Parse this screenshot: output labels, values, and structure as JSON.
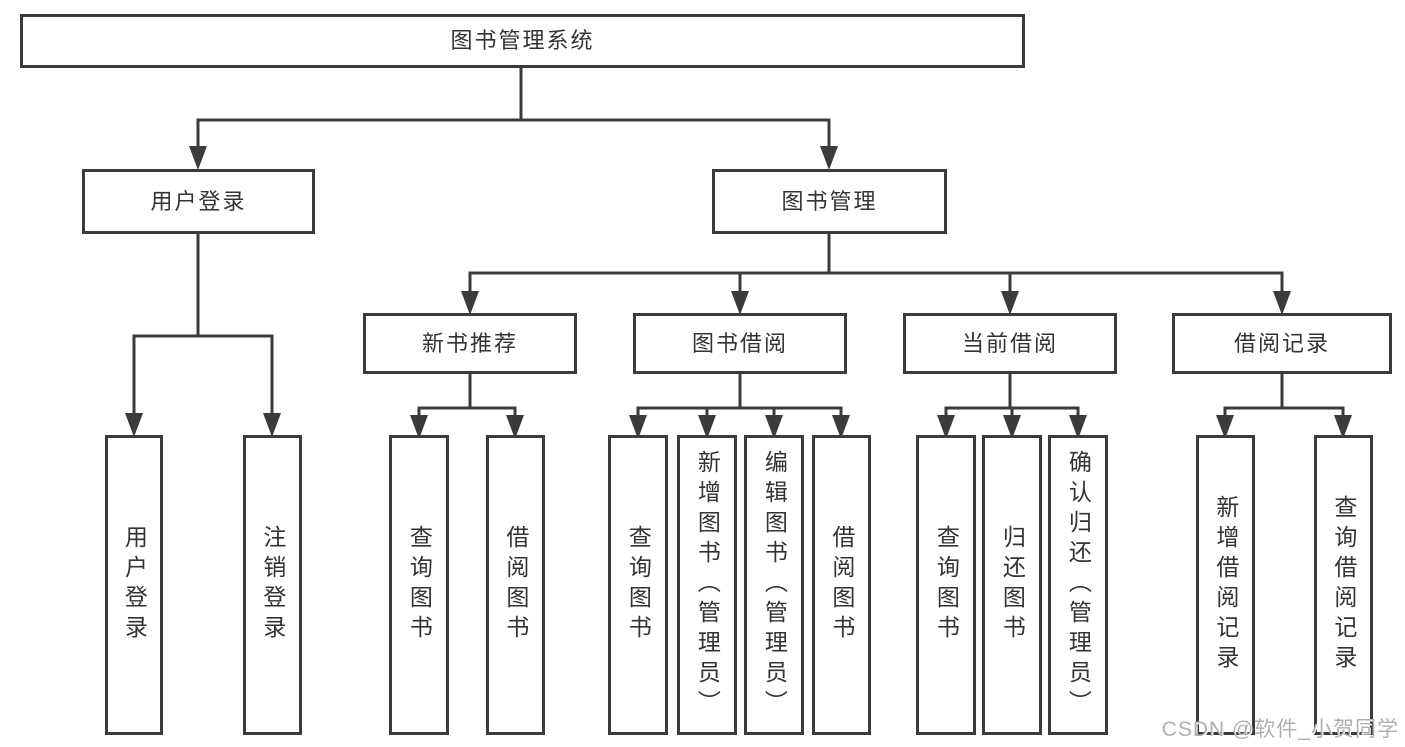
{
  "colors": {
    "line": "#3b3b3b",
    "box_border": "#3b3b3b",
    "text": "#333333",
    "background": "#ffffff",
    "watermark": "#b0b0b0"
  },
  "watermark": {
    "text": "CSDN @软件_小贺同学"
  },
  "diagram": {
    "type": "tree",
    "root_label": "图书管理系统",
    "nodes": [
      {
        "id": "root",
        "label": "图书管理系统",
        "level": 1,
        "text_direction": "horizontal"
      },
      {
        "id": "user-login",
        "label": "用户登录",
        "level": 2,
        "text_direction": "horizontal"
      },
      {
        "id": "book-mgmt",
        "label": "图书管理",
        "level": 2,
        "text_direction": "horizontal"
      },
      {
        "id": "new-book-rec",
        "label": "新书推荐",
        "level": 3,
        "text_direction": "horizontal"
      },
      {
        "id": "book-borrow",
        "label": "图书借阅",
        "level": 3,
        "text_direction": "horizontal"
      },
      {
        "id": "current-borrow",
        "label": "当前借阅",
        "level": 3,
        "text_direction": "horizontal"
      },
      {
        "id": "borrow-record",
        "label": "借阅记录",
        "level": 3,
        "text_direction": "horizontal"
      },
      {
        "id": "leaf-user-login",
        "label": "用户登录",
        "level": 4,
        "text_direction": "vertical"
      },
      {
        "id": "leaf-logout",
        "label": "注销登录",
        "level": 4,
        "text_direction": "vertical"
      },
      {
        "id": "leaf-query-book-1",
        "label": "查询图书",
        "level": 4,
        "text_direction": "vertical"
      },
      {
        "id": "leaf-borrow-book-1",
        "label": "借阅图书",
        "level": 4,
        "text_direction": "vertical"
      },
      {
        "id": "leaf-query-book-2",
        "label": "查询图书",
        "level": 4,
        "text_direction": "vertical"
      },
      {
        "id": "leaf-add-book",
        "label": "新增图书（管理员）",
        "level": 4,
        "text_direction": "vertical"
      },
      {
        "id": "leaf-edit-book",
        "label": "编辑图书（管理员）",
        "level": 4,
        "text_direction": "vertical"
      },
      {
        "id": "leaf-borrow-book-2",
        "label": "借阅图书",
        "level": 4,
        "text_direction": "vertical"
      },
      {
        "id": "leaf-query-book-3",
        "label": "查询图书",
        "level": 4,
        "text_direction": "vertical"
      },
      {
        "id": "leaf-return-book",
        "label": "归还图书",
        "level": 4,
        "text_direction": "vertical"
      },
      {
        "id": "leaf-confirm-return",
        "label": "确认归还（管理员）",
        "level": 4,
        "text_direction": "vertical"
      },
      {
        "id": "leaf-add-record",
        "label": "新增借阅记录",
        "level": 4,
        "text_direction": "vertical"
      },
      {
        "id": "leaf-query-record",
        "label": "查询借阅记录",
        "level": 4,
        "text_direction": "vertical"
      }
    ],
    "edges": [
      [
        "root",
        "user-login"
      ],
      [
        "root",
        "book-mgmt"
      ],
      [
        "user-login",
        "leaf-user-login"
      ],
      [
        "user-login",
        "leaf-logout"
      ],
      [
        "book-mgmt",
        "new-book-rec"
      ],
      [
        "book-mgmt",
        "book-borrow"
      ],
      [
        "book-mgmt",
        "current-borrow"
      ],
      [
        "book-mgmt",
        "borrow-record"
      ],
      [
        "new-book-rec",
        "leaf-query-book-1"
      ],
      [
        "new-book-rec",
        "leaf-borrow-book-1"
      ],
      [
        "book-borrow",
        "leaf-query-book-2"
      ],
      [
        "book-borrow",
        "leaf-add-book"
      ],
      [
        "book-borrow",
        "leaf-edit-book"
      ],
      [
        "book-borrow",
        "leaf-borrow-book-2"
      ],
      [
        "current-borrow",
        "leaf-query-book-3"
      ],
      [
        "current-borrow",
        "leaf-return-book"
      ],
      [
        "current-borrow",
        "leaf-confirm-return"
      ],
      [
        "borrow-record",
        "leaf-add-record"
      ],
      [
        "borrow-record",
        "leaf-query-record"
      ]
    ]
  }
}
